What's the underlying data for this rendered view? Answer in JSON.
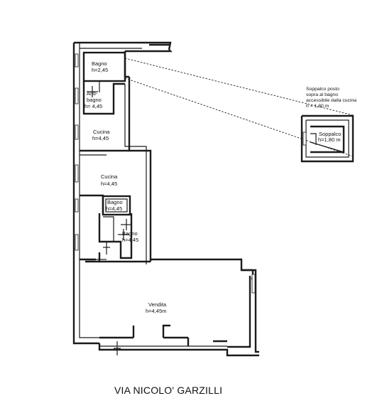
{
  "rooms": [
    {
      "name": "Bagno",
      "height": "h=2,45"
    },
    {
      "name": "Anti-",
      "name2": "bagno",
      "height": "h= 4,45"
    },
    {
      "name": "Cucina",
      "height": "h=4,45"
    },
    {
      "name": "Cucina",
      "height": "h=4,45"
    },
    {
      "name": "Bagno",
      "height": "h=4,45"
    },
    {
      "name": "Bagno",
      "height": "h=4,45"
    },
    {
      "name": "Vendita",
      "height": "h=4,45m"
    }
  ],
  "mezzanine": {
    "note_line1": "Soppalco posto",
    "note_line2": "sopra al bagno",
    "note_line3": "accessibile dalla cucina",
    "note_line4": "h = 1,80 m",
    "label": "Soppalco",
    "height": "h=1,80 m"
  },
  "street": "VIA NICOLO' GARZILLI"
}
